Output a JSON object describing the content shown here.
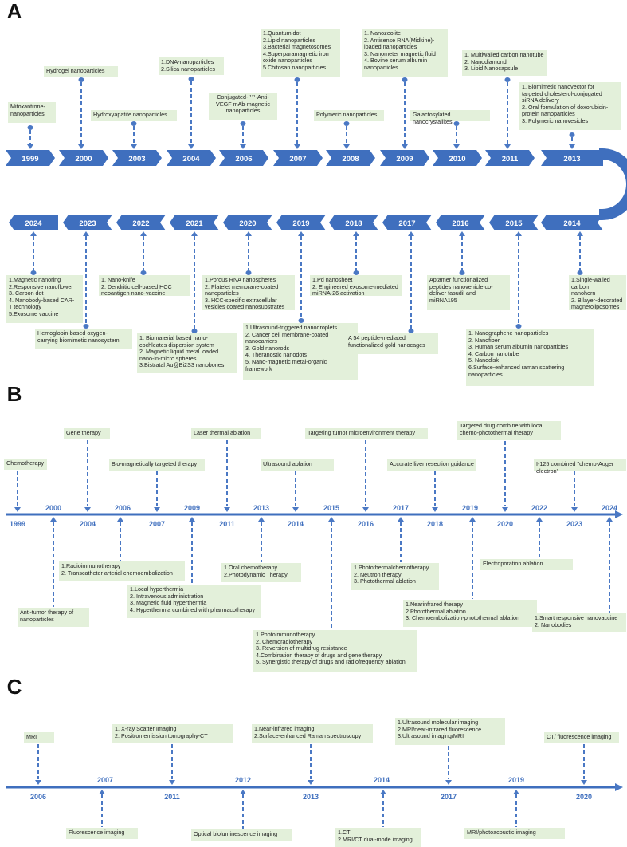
{
  "panels": {
    "a": "A",
    "b": "B",
    "c": "C"
  },
  "a_top_years": [
    "1999",
    "2000",
    "2003",
    "2004",
    "2006",
    "2007",
    "2008",
    "2009",
    "2010",
    "2011",
    "2013"
  ],
  "a_bottom_years": [
    "2024",
    "2023",
    "2022",
    "2021",
    "2020",
    "2019",
    "2018",
    "2017",
    "2016",
    "2015",
    "2014"
  ],
  "a_top_events": [
    "Mitoxantrone-\nnanoparticles",
    "Hydrogel nanoparticles",
    "Hydroxyapatite nanoparticles",
    "1.DNA-nanoparticles\n2.Silica nanoparticles",
    "Conjugated-I¹³¹-Anti-\nVEGF mAb-magnetic\nnanoparticles",
    "1.Quantum dot\n2.Lipid nanoparticles\n3.Bacterial magnetosomes\n4.Superparamagnetic iron\n   oxide nanoparticles\n5.Chitosan nanoparticles",
    "Polymeric nanoparticles",
    "1. Nanozeolite\n2. Antisense RNA(Midkine)-\n   loaded nanoparticles\n3. Nanometer magnetic fluid\n4. Bovine serum albumin\n   nanoparticles",
    "Galactosylated nanocrystallites",
    "1. Multiwalled carbon nanotube\n2. Nanodiamond\n3. Lipid Nanocapsule",
    "1. Biomimetic nanovector for\n   targeted cholesterol-conjugated\n   siRNA delivery\n2. Oral formulation of doxorubicin-\n   protein nanoparticles\n3. Polymeric nanovesicles"
  ],
  "a_bottom_events": [
    "1.Magnetic nanoring\n2.Responsive nanoflower\n3. Carbon dot\n4. Nanobody-based CAR-\n   T technology\n5.Exosome vaccine",
    "Hemoglobin-based oxygen-\ncarrying biomimetic nanosystem",
    "1. Nano-knife\n2. Dendritic cell-based HCC\n   neoantigen nano-vaccine",
    "1. Biomaterial based nano-\n   cochleates dispersion system\n2. Magnetic liquid metal loaded\n   nano-in-micro spheres\n3.Bistratal Au@Bi2S3 nanobones",
    "1.Porous RNA nanospheres\n2. Platelet membrane-coated\n   nanoparticles\n3. HCC-specific extracellular\n   vesicles coated nanosubstrates",
    "1.Ultrasound-triggered nanodroplets\n2. Cancer cell membrane-coated\n   nanocarriers\n3. Gold nanorods\n4. Theranostic nanodots\n5. Nano-magnetic metal-organic\n   framework",
    "1.Pd nanosheet\n2. Engineered exosome-mediated\n   miRNA-26 activation",
    "A 54 peptide-mediated\nfunctionalized gold nanocages",
    "Aptamer functionalized\npeptides nanovehicle co-\ndeliver fasudil and\nmiRNA195",
    "1. Nanographene nanoparticles\n2. Nanofiber\n3. Human serum albumin nanoparticles\n4. Carbon nanotube\n5. Nanodisk\n6.Surface-enhanced raman scattering\n   nanoparticles",
    "1.Single-walled carbon\n   nanohorn\n2. Bilayer-decorated\n   magnetoliposomes"
  ],
  "b_years": [
    "1999",
    "2000",
    "2004",
    "2006",
    "2007",
    "2009",
    "2011",
    "2013",
    "2014",
    "2015",
    "2016",
    "2017",
    "2018",
    "2019",
    "2020",
    "2022",
    "2023",
    "2024"
  ],
  "b_events": [
    "Chemotherapy",
    "Anti-tumor therapy of\nnanoparticles",
    "Gene therapy",
    "1.Radioimmunotherapy\n2. Transcatheter arterial chemoembolization",
    "Bio-magnetically targeted therapy",
    "1.Local hyperthermia\n2. Intravenous administration\n3. Magnetic fluid hyperthermia\n4. Hyperthermia combined with pharmacotherapy",
    "Laser thermal ablation",
    "1.Oral chemotherapy\n2.Photodynamic Therapy",
    "Ultrasound ablation",
    "1.Photoimmunotherapy\n2. Chemoradiotherapy\n3. Reversion of multidrug resistance\n4.Combination therapy of drugs and gene therapy\n5. Synergistic therapy of drugs and radiofrequency ablation",
    "Targeting tumor microenvironment  therapy",
    "1.Photothermalchemotherapy\n2. Neutron therapy\n3. Photothermal ablation",
    "Accurate liver  resection guidance",
    "1.Nearinfrared therapy\n2.Photothermal ablation\n3. Chemoembolization-photothermal ablation",
    "Targeted drug combine with local\nchemo-photothermal therapy",
    "Electroporation ablation",
    "I-125 combined \"chemo-Auger electron\"",
    "1.Smart responsive  nanovaccine\n2. Nanobodies"
  ],
  "c_years": [
    "2006",
    "2007",
    "2011",
    "2012",
    "2013",
    "2014",
    "2017",
    "2019",
    "2020"
  ],
  "c_events": [
    "MRI",
    "Fluorescence imaging",
    "1. X-ray Scatter Imaging\n2. Positron emission tomography-CT",
    "Optical bioluminescence imaging",
    "1.Near-infrared imaging\n2.Surface-enhanced Raman spectroscopy",
    "1.CT\n2.MRI/CT dual-mode imaging",
    "1.Ultrasound molecular imaging\n2.MRI/near-infrared fluorescence\n3.Ultrasound imaging/MRI",
    "MRI/photoacoustic imaging",
    "CT/ fluorescence imaging"
  ]
}
